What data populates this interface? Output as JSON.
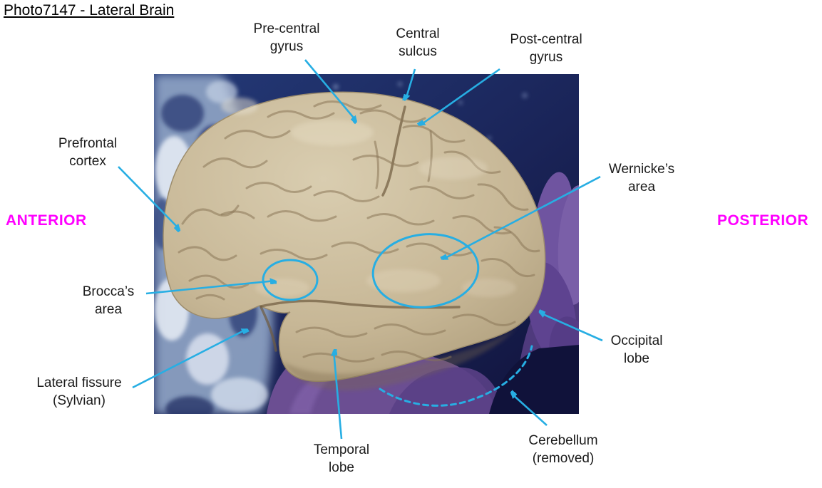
{
  "title": "Photo7147 - Lateral Brain",
  "directions": {
    "anterior": "ANTERIOR",
    "posterior": "POSTERIOR"
  },
  "labels": {
    "pre_central_gyrus": "Pre-central\ngyrus",
    "central_sulcus": "Central\nsulcus",
    "post_central_gyrus": "Post-central\ngyrus",
    "prefrontal_cortex": "Prefrontal\ncortex",
    "wernickes_area": "Wernicke’s\narea",
    "broccas_area": "Brocca’s\narea",
    "lateral_fissure": "Lateral fissure\n(Sylvian)",
    "occipital_lobe": "Occipital\nlobe",
    "temporal_lobe": "Temporal\nlobe",
    "cerebellum": "Cerebellum\n(removed)"
  },
  "colors": {
    "annotation": "#27AEE3",
    "direction_text": "#FF00FF",
    "label_text": "#1a1a1a",
    "background": "#ffffff",
    "brain": "#c9ba9b",
    "glove": "#6b4e92",
    "tray_blue": "#1d2b63"
  }
}
